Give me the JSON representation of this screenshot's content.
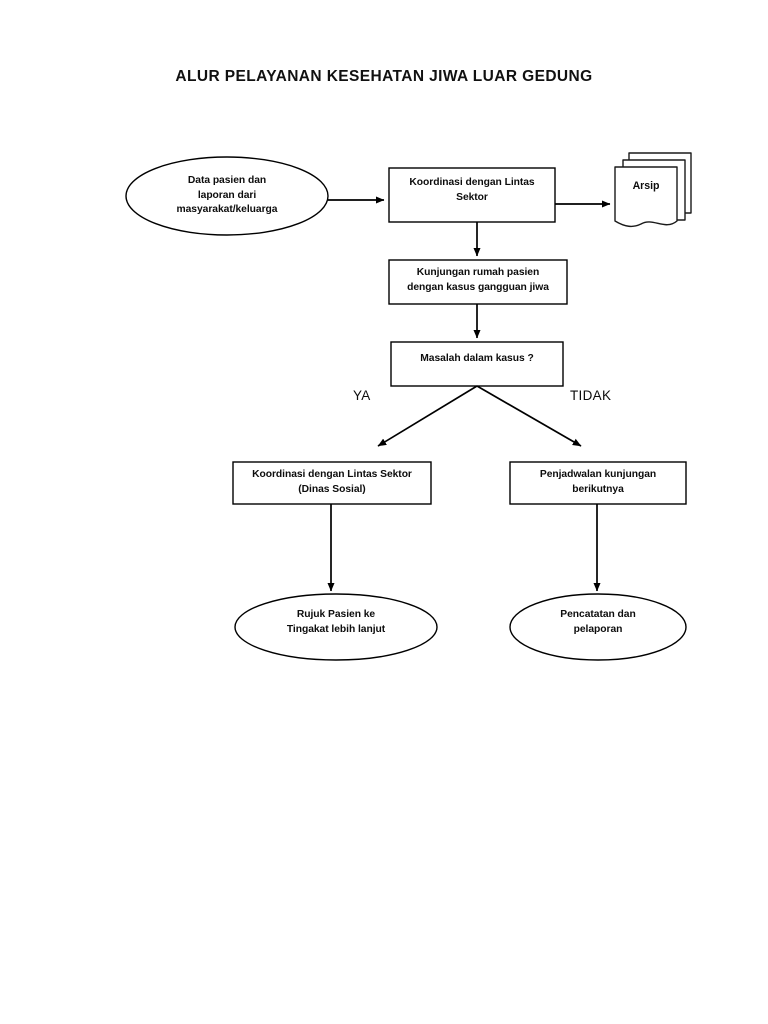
{
  "document": {
    "title": "ALUR PELAYANAN KESEHATAN JIWA LUAR GEDUNG"
  },
  "colors": {
    "stroke": "#000000",
    "fill": "#ffffff",
    "text": "#0d0d0d"
  },
  "chart_data": {
    "type": "diagram",
    "title": "ALUR PELAYANAN KESEHATAN JIWA LUAR GEDUNG"
  },
  "nodes": {
    "start": {
      "shape": "ellipse",
      "line1": "Data pasien dan",
      "line2": "laporan dari",
      "line3": "masyarakat/keluarga"
    },
    "coordination": {
      "shape": "rectangle",
      "line1": "Koordinasi dengan Lintas",
      "line2": "Sektor"
    },
    "archive": {
      "shape": "document-stack",
      "label": "Arsip"
    },
    "home_visit": {
      "shape": "rectangle",
      "line1": "Kunjungan rumah pasien",
      "line2": "dengan kasus gangguan jiwa"
    },
    "decision": {
      "shape": "rectangle",
      "label": "Masalah dalam kasus ?"
    },
    "coordination_social": {
      "shape": "rectangle",
      "line1": "Koordinasi dengan Lintas Sektor",
      "line2": "(Dinas Sosial)"
    },
    "next_visit": {
      "shape": "rectangle",
      "line1": "Penjadwalan kunjungan",
      "line2": "berikutnya"
    },
    "referral": {
      "shape": "ellipse",
      "line1": "Rujuk Pasien ke",
      "line2": "Tingakat lebih lanjut"
    },
    "recording": {
      "shape": "ellipse",
      "line1": "Pencatatan dan",
      "line2": "pelaporan"
    }
  },
  "branch_labels": {
    "yes": "YA",
    "no": "TIDAK"
  }
}
